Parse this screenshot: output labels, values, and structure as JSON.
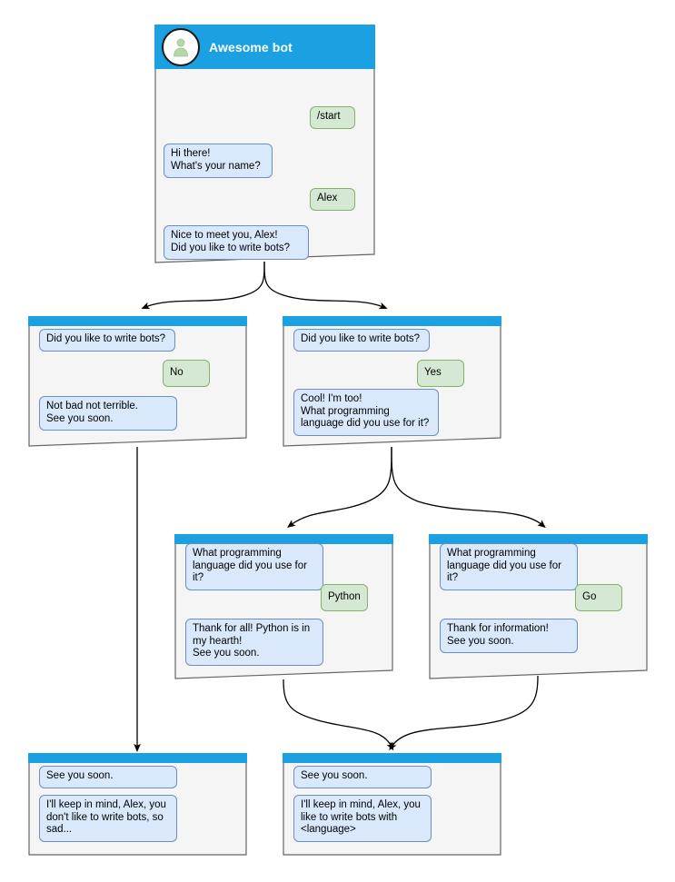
{
  "diagram": {
    "title": "Awesome bot chat flow",
    "colors": {
      "header": "#1ba1e2",
      "card_bg": "#f5f5f5",
      "card_border": "#666666",
      "bot_bubble_bg": "#dae8fc",
      "bot_bubble_border": "#6c8ebf",
      "user_bubble_bg": "#d5e8d4",
      "user_bubble_border": "#82b366",
      "edge": "#000000",
      "avatar_fill": "#b5d7a8"
    }
  },
  "cards": [
    {
      "id": "start",
      "header_title": "Awesome bot",
      "avatar_icon": "person-avatar-icon",
      "messages": [
        {
          "role": "user",
          "text": "/start"
        },
        {
          "role": "bot",
          "text": "Hi there!\nWhat's your name?"
        },
        {
          "role": "user",
          "text": "Alex"
        },
        {
          "role": "bot",
          "text": "Nice to meet you, Alex!\nDid you like to write bots?"
        }
      ]
    },
    {
      "id": "answer-no",
      "header_title": "",
      "messages": [
        {
          "role": "bot",
          "text": "Did you like to write bots?"
        },
        {
          "role": "user",
          "text": "No"
        },
        {
          "role": "bot",
          "text": "Not bad not terrible.\nSee you soon."
        }
      ]
    },
    {
      "id": "answer-yes",
      "header_title": "",
      "messages": [
        {
          "role": "bot",
          "text": "Did you like to write bots?"
        },
        {
          "role": "user",
          "text": "Yes"
        },
        {
          "role": "bot",
          "text": "Cool! I'm too!\nWhat programming\nlanguage did you use for it?"
        }
      ]
    },
    {
      "id": "language-python",
      "header_title": "",
      "messages": [
        {
          "role": "bot",
          "text": "What programming\nlanguage did you use for it?"
        },
        {
          "role": "user",
          "text": "Python"
        },
        {
          "role": "bot",
          "text": "Thank for all! Python is in\nmy hearth!\nSee you soon."
        }
      ]
    },
    {
      "id": "language-go",
      "header_title": "",
      "messages": [
        {
          "role": "bot",
          "text": "What programming\nlanguage did you use for it?"
        },
        {
          "role": "user",
          "text": "Go"
        },
        {
          "role": "bot",
          "text": "Thank for information!\nSee you soon."
        }
      ]
    },
    {
      "id": "end-sad",
      "header_title": "",
      "messages": [
        {
          "role": "bot",
          "text": "See you soon."
        },
        {
          "role": "bot",
          "text": "I'll keep in mind, Alex, you\ndon't like to write bots, so\nsad..."
        }
      ]
    },
    {
      "id": "end-happy",
      "header_title": "",
      "messages": [
        {
          "role": "bot",
          "text": "See you soon."
        },
        {
          "role": "bot",
          "text": "I'll keep in mind, Alex, you\nlike to write bots with\n<language>"
        }
      ]
    }
  ],
  "text": {
    "start_command": "/start",
    "bot_greeting": "Hi there!\nWhat's your name?",
    "user_name": "Alex",
    "bot_nice": "Nice to meet you, Alex!\nDid you like to write bots?",
    "q_like_bots_a": "Did you like to write bots?",
    "answer_no": "No",
    "bot_not_bad": "Not bad not terrible.\nSee you soon.",
    "q_like_bots_b": "Did you like to write bots?",
    "answer_yes": "Yes",
    "bot_cool": "Cool! I'm too!\nWhat programming\nlanguage did you use for it?",
    "q_language_a": "What programming\nlanguage did you use for it?",
    "answer_python": "Python",
    "bot_thanks_python": "Thank for all! Python is in\nmy hearth!\nSee you soon.",
    "q_language_b": "What programming\nlanguage did you use for it?",
    "answer_go": "Go",
    "bot_thanks_info": "Thank for information!\nSee you soon.",
    "see_you_soon_a": "See you soon.",
    "bot_keep_mind_sad": "I'll keep in mind, Alex, you\ndon't like to write bots, so\nsad...",
    "see_you_soon_b": "See you soon.",
    "bot_keep_mind_happy": "I'll keep in mind, Alex, you\nlike to write bots with\n<language>",
    "bot_name": "Awesome bot"
  }
}
